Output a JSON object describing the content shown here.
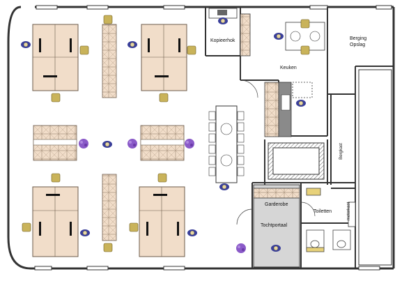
{
  "rooms": {
    "kopieerhok": "Kopieerhok",
    "keuken": "Keuken",
    "berging_line1": "Berging",
    "berging_line2": "Opslag",
    "bergkast": "Bergkast",
    "garderobe": "Garderobe",
    "tochtportaal": "Tochtportaal",
    "toiletten": "Toiletten",
    "meterkast": "meterkast"
  },
  "colors": {
    "wall": "#333333",
    "desk": "#f1ddc9",
    "desk_stroke": "#6b5a4a",
    "chair_yellow": "#c9b35a",
    "person_blue": "#3a3f9a",
    "plant_purple": "#8a5ac8",
    "entrance_grey": "#d6d6d6",
    "counter_grey": "#8a8a8a"
  }
}
